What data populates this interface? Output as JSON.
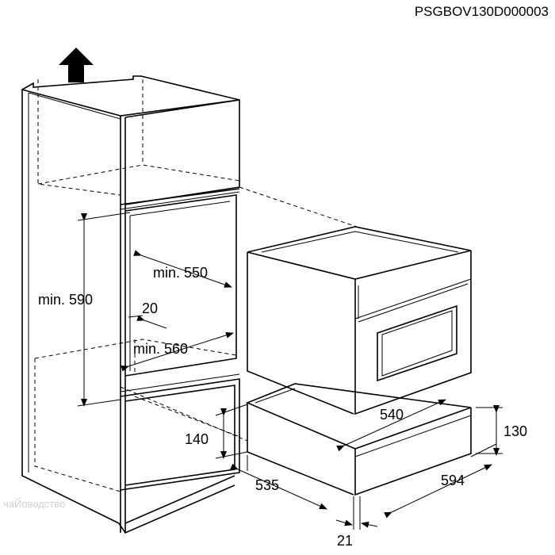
{
  "diagram": {
    "reference_code": "PSGBOV130D000003",
    "watermark": "чаЙоводство",
    "dimensions": {
      "min_590": "min. 590",
      "min_550": "min. 550",
      "min_560": "min. 560",
      "gap_20": "20",
      "cavity_140": "140",
      "drawer_540": "540",
      "drawer_130": "130",
      "depth_535": "535",
      "width_594": "594",
      "front_21": "21"
    }
  }
}
